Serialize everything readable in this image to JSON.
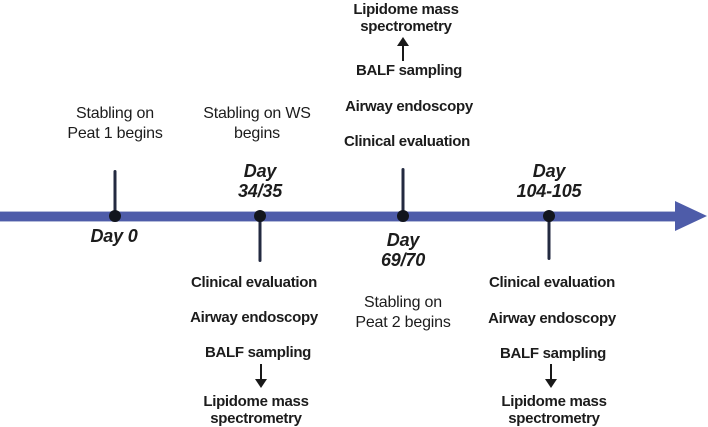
{
  "palette": {
    "background": "#ffffff",
    "timeline_blue": "#4e5ca9",
    "tick_color": "#232a40",
    "dot_color": "#12151d",
    "text_color": "#1c1c1c",
    "arrow_color": "#191919"
  },
  "day0": {
    "stabling_label": [
      "Stabling on",
      "Peat 1 begins"
    ],
    "day_label": "Day 0"
  },
  "day34_35": {
    "stabling_label": [
      "Stabling on WS",
      "begins"
    ],
    "day_label": [
      "Day",
      "34/35"
    ],
    "below": {
      "procedures": [
        "Clinical evaluation",
        "Airway endoscopy",
        "BALF sampling"
      ],
      "arrow_icon": "arrow-down",
      "outcome": [
        "Lipidome mass",
        "spectrometry"
      ]
    }
  },
  "day69_70": {
    "day_label": [
      "Day",
      "69/70"
    ],
    "stabling_label": [
      "Stabling on",
      "Peat 2 begins"
    ],
    "above": {
      "outcome": [
        "Lipidome mass",
        "spectrometry"
      ],
      "arrow_icon": "arrow-up",
      "procedures": [
        "BALF sampling",
        "Airway endoscopy",
        "Clinical evaluation"
      ]
    }
  },
  "day104_105": {
    "day_label": [
      "Day",
      "104-105"
    ],
    "below": {
      "procedures": [
        "Clinical evaluation",
        "Airway endoscopy",
        "BALF sampling"
      ],
      "arrow_icon": "arrow-down",
      "outcome": [
        "Lipidome mass",
        "spectrometry"
      ]
    }
  }
}
